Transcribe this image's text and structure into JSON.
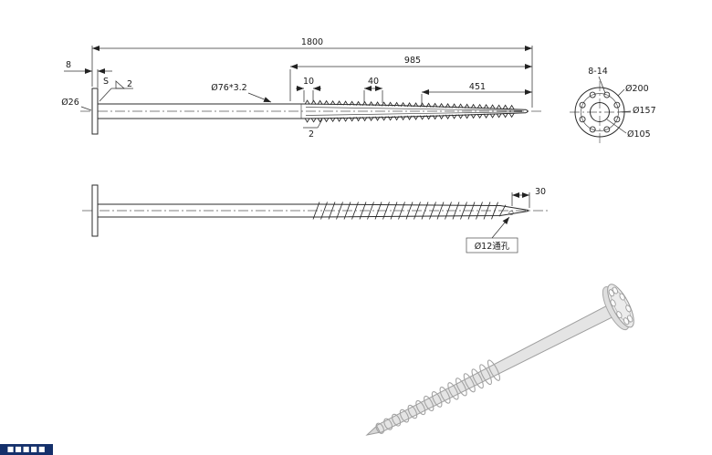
{
  "side_view": {
    "dim_total": "1800",
    "dim_to_tip": "985",
    "dim_plate_thickness": "8",
    "dim_10": "10",
    "dim_40": "40",
    "dim_451": "451",
    "label_tube": "Ø76*3.2",
    "label_tip_diameter": "Ø26",
    "weld_letter": "S",
    "weld_size_top": "2",
    "weld_size_bottom": "2"
  },
  "end_view": {
    "label_holes": "8-14",
    "label_outer_diameter": "Ø200",
    "label_bolt_circle": "Ø157",
    "label_inner_diameter": "Ø105"
  },
  "helix_view": {
    "dim_tip_length": "30",
    "label_through_hole": "Ø12通孔"
  },
  "watermark": {
    "text": "■■■■■"
  }
}
